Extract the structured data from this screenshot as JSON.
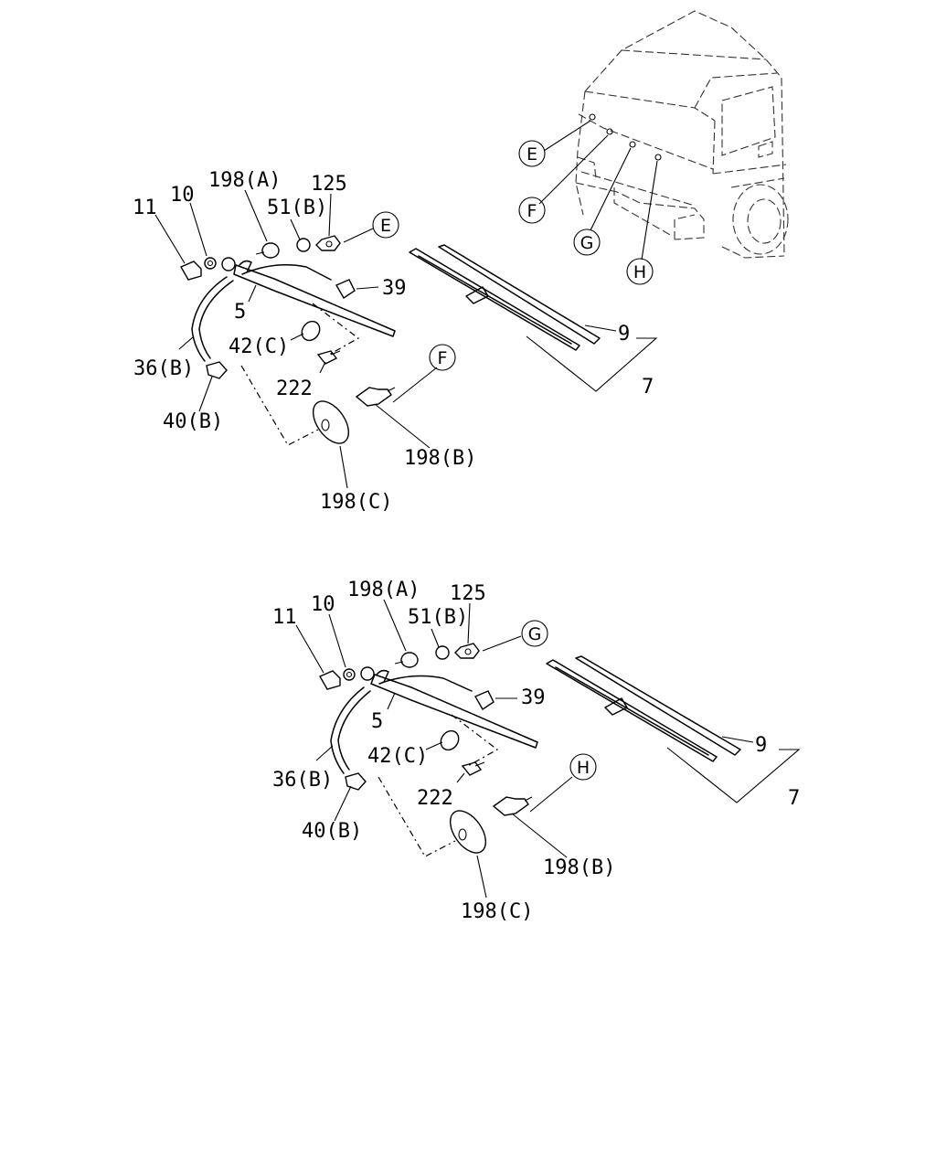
{
  "callouts": [
    "E",
    "F",
    "G",
    "H"
  ],
  "top_assembly": {
    "labels": {
      "p11": "11",
      "p10": "10",
      "p198a": "198(A)",
      "p51b": "51(B)",
      "p125": "125",
      "p39": "39",
      "p5": "5",
      "p42c": "42(C)",
      "p36b": "36(B)",
      "p222": "222",
      "p40b": "40(B)",
      "p198b": "198(B)",
      "p198c": "198(C)",
      "p9": "9",
      "p7": "7",
      "ref_e": "E",
      "ref_f": "F"
    }
  },
  "bottom_assembly": {
    "labels": {
      "p11": "11",
      "p10": "10",
      "p198a": "198(A)",
      "p51b": "51(B)",
      "p125": "125",
      "p39": "39",
      "p5": "5",
      "p42c": "42(C)",
      "p36b": "36(B)",
      "p222": "222",
      "p40b": "40(B)",
      "p198b": "198(B)",
      "p198c": "198(C)",
      "p9": "9",
      "p7": "7",
      "ref_g": "G",
      "ref_h": "H"
    }
  }
}
